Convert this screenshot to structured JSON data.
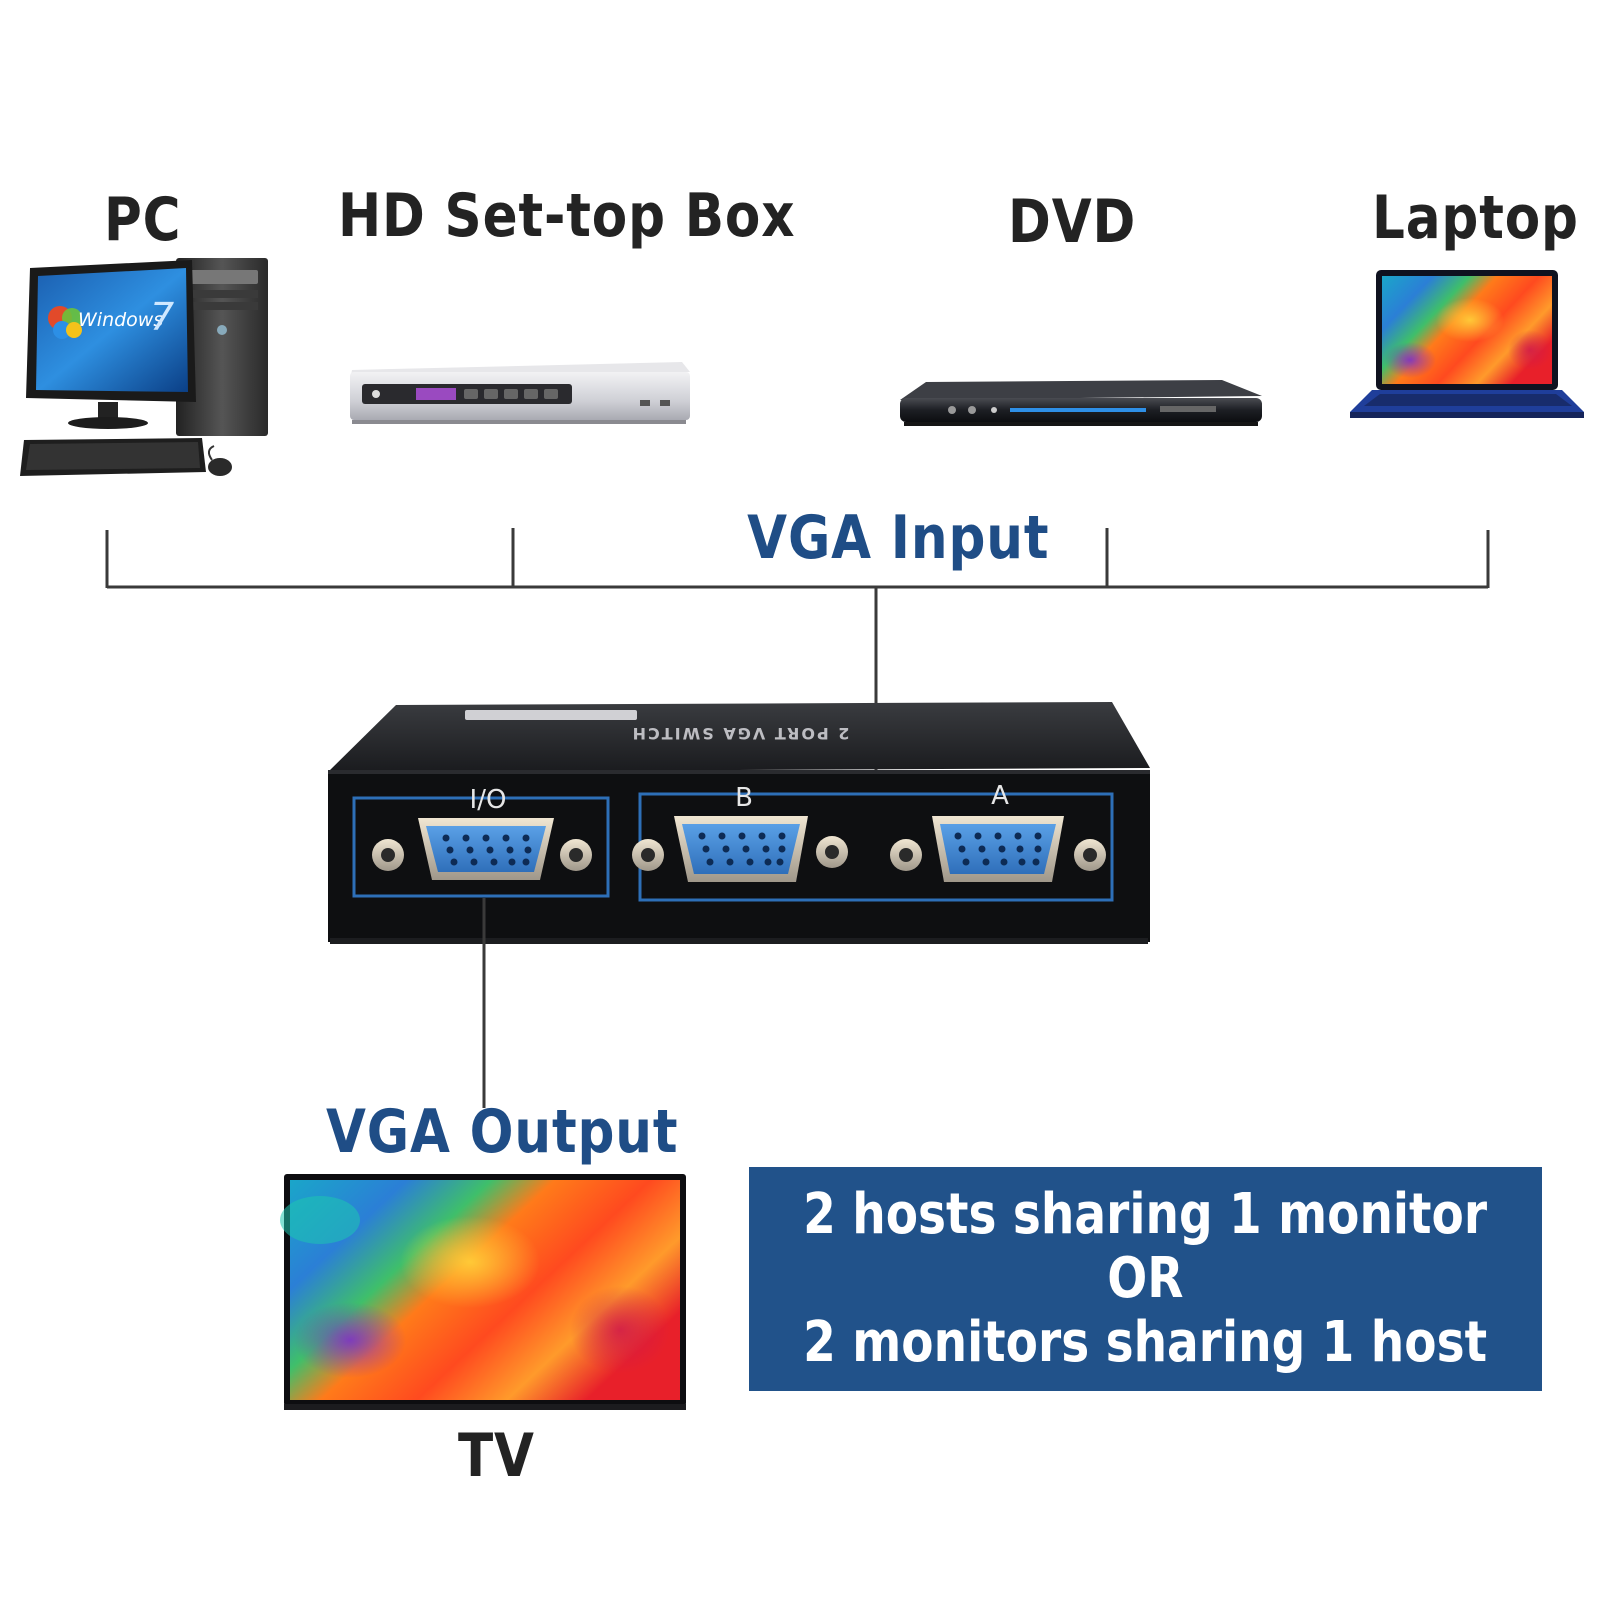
{
  "devices": {
    "pc": {
      "label": "PC",
      "screen_text": "Windows",
      "screen_badge": "7"
    },
    "settop": {
      "label": "HD Set-top Box"
    },
    "dvd": {
      "label": "DVD"
    },
    "laptop": {
      "label": "Laptop"
    },
    "tv": {
      "label": "TV"
    }
  },
  "connections": {
    "input_label": "VGA Input",
    "output_label": "VGA Output"
  },
  "switch": {
    "top_text": "2 PORT VGA SWITCH",
    "port_io": "I/O",
    "port_b": "B",
    "port_a": "A"
  },
  "info": {
    "line1": "2 hosts sharing 1 monitor",
    "line2": "OR",
    "line3": "2 monitors sharing 1 host"
  },
  "colors": {
    "heading_dark": "#232323",
    "accent_blue": "#1f4d86",
    "box_blue": "#21528a",
    "vga_blue": "#3f86d0"
  },
  "icons": [
    "pc-icon",
    "settop-box-icon",
    "dvd-player-icon",
    "laptop-icon",
    "vga-switch-icon",
    "tv-icon"
  ]
}
